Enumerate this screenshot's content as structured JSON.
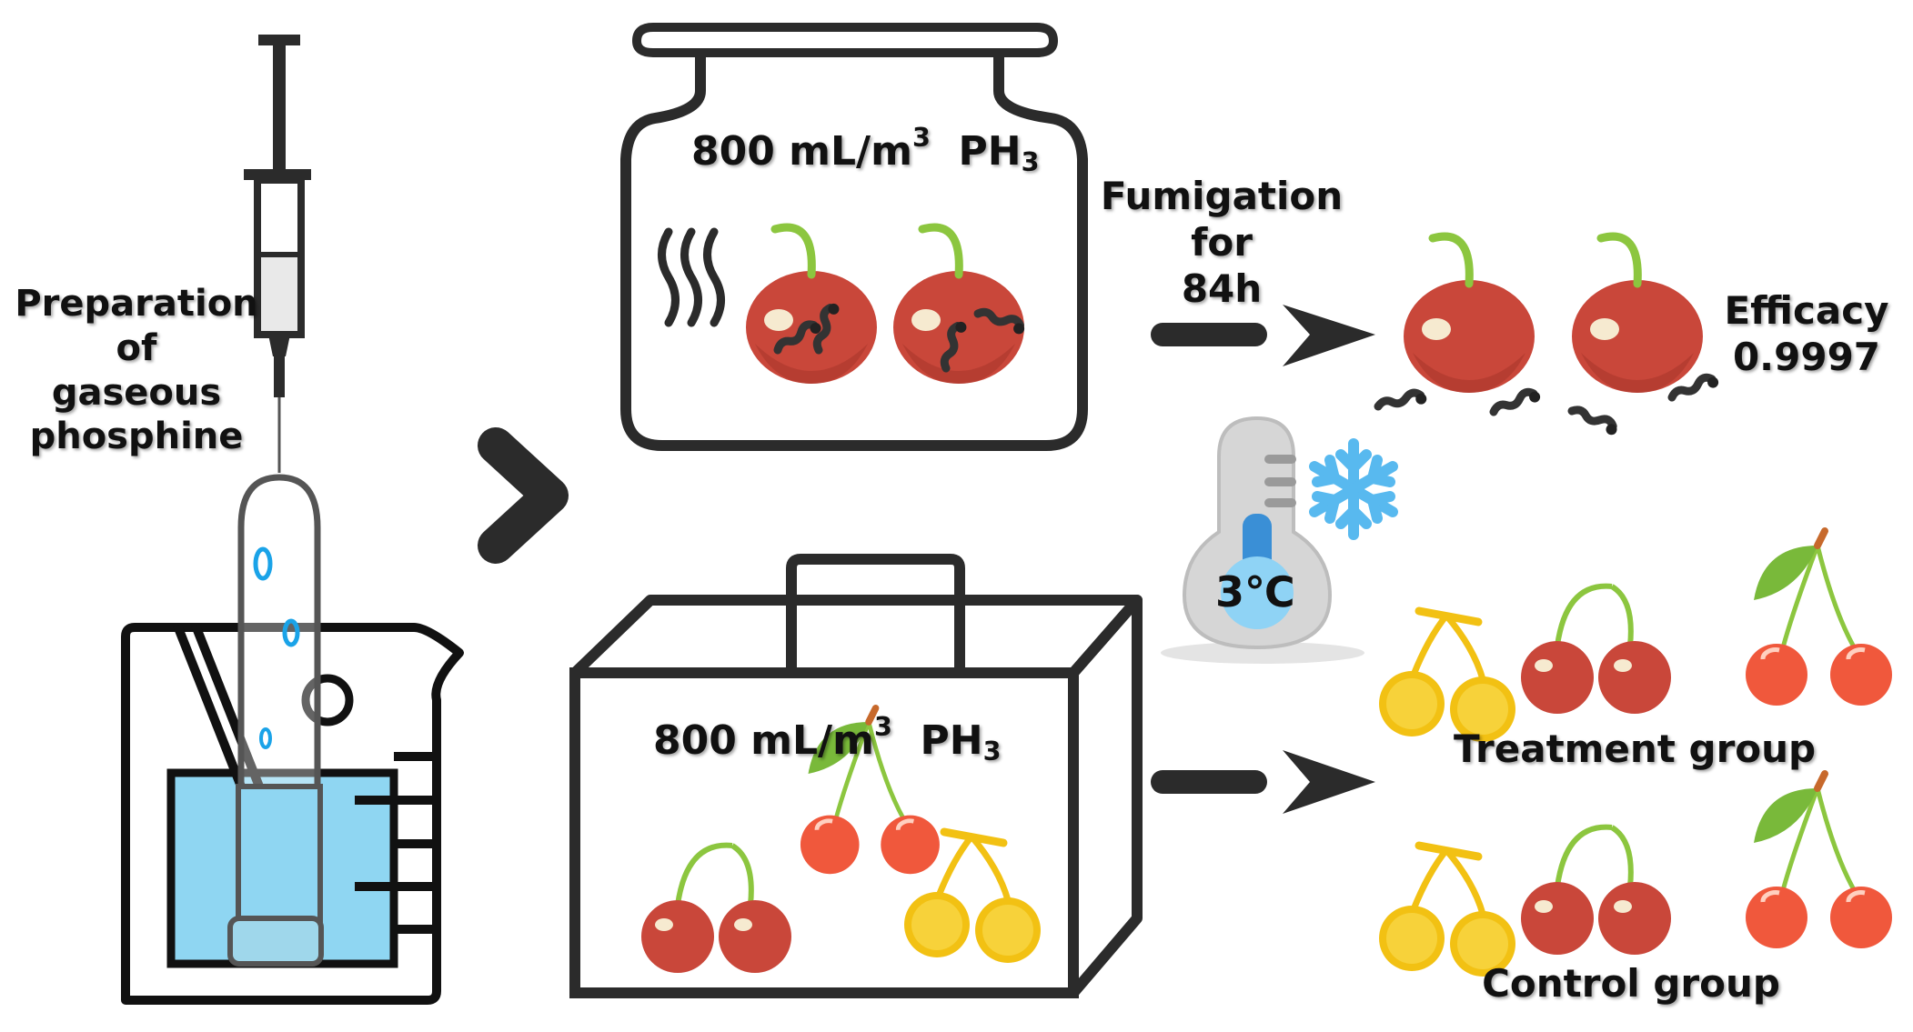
{
  "labels": {
    "preparation": [
      "Preparation",
      "of",
      "gaseous",
      "phosphine"
    ],
    "jar_concentration": {
      "value": "800 mL/m",
      "power": "3",
      "gas": "PH",
      "subscript": "3"
    },
    "box_concentration": {
      "value": "800 mL/m",
      "power": "3",
      "gas": "PH",
      "subscript": "3"
    },
    "fumigation": [
      "Fumigation",
      "for",
      "84h"
    ],
    "efficacy": [
      "Efficacy",
      "0.9997"
    ],
    "temperature": "3℃",
    "treatment_group": "Treatment group",
    "control_group": "Control group"
  },
  "colors": {
    "outline": "#2b2b2b",
    "water": "#8fd6f2",
    "red_cherry": "#c9473a",
    "bright_cherry": "#f0583c",
    "yellow_cherry": "#f2c113",
    "stem_green": "#8cc63f",
    "bubble_blue": "#1aa3e8"
  },
  "icons": [
    "syringe-icon",
    "beaker-icon",
    "test-tube-icon",
    "jar-icon",
    "box-icon",
    "thermometer-icon",
    "snowflake-icon",
    "cherry-icon",
    "larva-icon",
    "arrow-icon",
    "fume-icon"
  ]
}
